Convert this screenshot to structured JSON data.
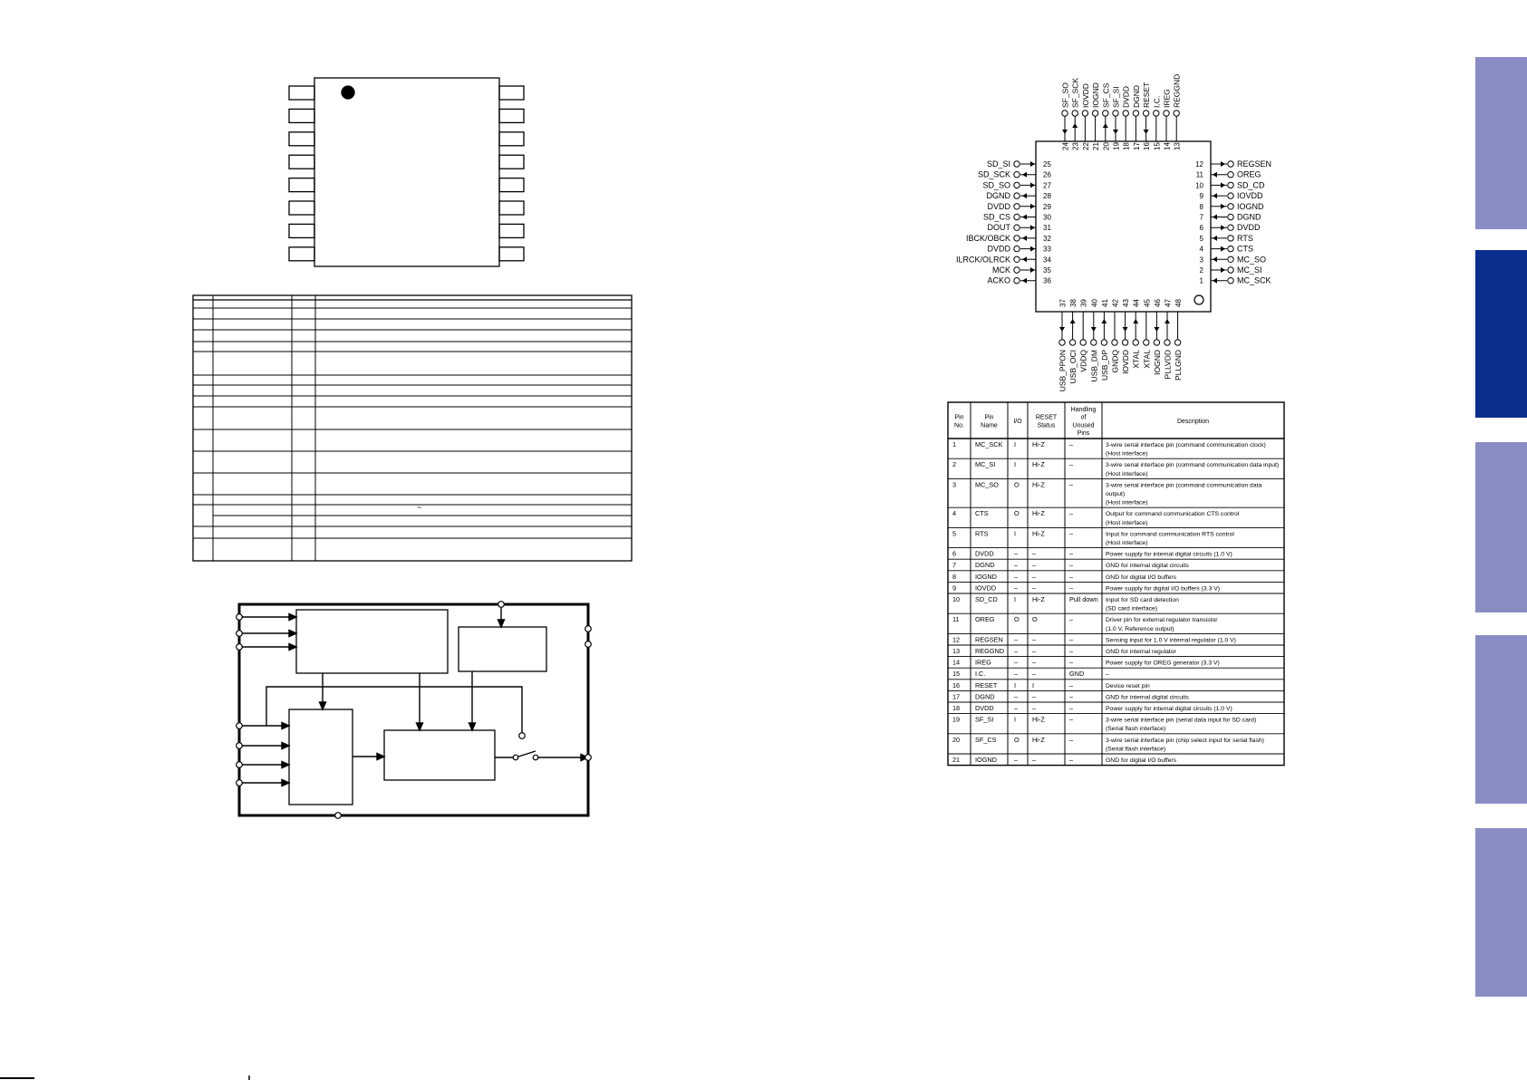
{
  "right_ic": {
    "top_pins": [
      {
        "num": "24",
        "name": "SF_SO",
        "dir": "in"
      },
      {
        "num": "23",
        "name": "SF_SCK",
        "dir": "out"
      },
      {
        "num": "22",
        "name": "IOVDD",
        "dir": "none"
      },
      {
        "num": "21",
        "name": "IOGND",
        "dir": "none"
      },
      {
        "num": "20",
        "name": "SF_CS",
        "dir": "out"
      },
      {
        "num": "19",
        "name": "SF_SI",
        "dir": "in"
      },
      {
        "num": "18",
        "name": "DVDD",
        "dir": "none"
      },
      {
        "num": "17",
        "name": "DGND",
        "dir": "none"
      },
      {
        "num": "16",
        "name": "RESET",
        "dir": "in"
      },
      {
        "num": "15",
        "name": "I.C.",
        "dir": "none"
      },
      {
        "num": "14",
        "name": "IREG",
        "dir": "none"
      },
      {
        "num": "13",
        "name": "REGGND",
        "dir": "none"
      }
    ],
    "right_pins": [
      {
        "num": "12",
        "name": "REGSEN"
      },
      {
        "num": "11",
        "name": "OREG"
      },
      {
        "num": "10",
        "name": "SD_CD"
      },
      {
        "num": "9",
        "name": "IOVDD"
      },
      {
        "num": "8",
        "name": "IOGND"
      },
      {
        "num": "7",
        "name": "DGND"
      },
      {
        "num": "6",
        "name": "DVDD"
      },
      {
        "num": "5",
        "name": "RTS"
      },
      {
        "num": "4",
        "name": "CTS"
      },
      {
        "num": "3",
        "name": "MC_SO"
      },
      {
        "num": "2",
        "name": "MC_SI"
      },
      {
        "num": "1",
        "name": "MC_SCK"
      }
    ],
    "left_pins": [
      {
        "num": "25",
        "name": "SD_SI"
      },
      {
        "num": "26",
        "name": "SD_SCK"
      },
      {
        "num": "27",
        "name": "SD_SO"
      },
      {
        "num": "28",
        "name": "DGND"
      },
      {
        "num": "29",
        "name": "DVDD"
      },
      {
        "num": "30",
        "name": "SD_CS"
      },
      {
        "num": "31",
        "name": "DOUT"
      },
      {
        "num": "32",
        "name": "IBCK/OBCK"
      },
      {
        "num": "33",
        "name": "DVDD"
      },
      {
        "num": "34",
        "name": "ILRCK/OLRCK"
      },
      {
        "num": "35",
        "name": "MCK"
      },
      {
        "num": "36",
        "name": "ACKO"
      }
    ],
    "bottom_pins": [
      {
        "num": "37",
        "name": "USB_PPON"
      },
      {
        "num": "38",
        "name": "USB_OCI"
      },
      {
        "num": "39",
        "name": "VDDQ"
      },
      {
        "num": "40",
        "name": "USB_DM"
      },
      {
        "num": "41",
        "name": "USB_DP"
      },
      {
        "num": "42",
        "name": "GNDQ"
      },
      {
        "num": "43",
        "name": "IOVDD"
      },
      {
        "num": "44",
        "name": "XTAL"
      },
      {
        "num": "45",
        "name": "XTAL"
      },
      {
        "num": "46",
        "name": "IOGND"
      },
      {
        "num": "47",
        "name": "PLLVDD"
      },
      {
        "num": "48",
        "name": "PLLGND"
      }
    ]
  },
  "pin_table": {
    "headers": [
      "Pin No.",
      "Pin Name",
      "I/O",
      "RESET Status",
      "Handling of Unused Pins",
      "Description"
    ],
    "rows": [
      {
        "no": "1",
        "name": "MC_SCK",
        "io": "I",
        "reset": "Hi-Z",
        "unused": "–",
        "desc": [
          "3-wire serial interface pin (command communication clock)",
          "(Host interface)"
        ]
      },
      {
        "no": "2",
        "name": "MC_SI",
        "io": "I",
        "reset": "Hi-Z",
        "unused": "–",
        "desc": [
          "3-wire serial interface pin (command communication data input)",
          "(Host interface)"
        ]
      },
      {
        "no": "3",
        "name": "MC_SO",
        "io": "O",
        "reset": "Hi-Z",
        "unused": "–",
        "desc": [
          "3-wire serial interface pin (command communication data",
          "output)",
          "(Host interface)"
        ]
      },
      {
        "no": "4",
        "name": "CTS",
        "io": "O",
        "reset": "Hi-Z",
        "unused": "–",
        "desc": [
          "Output for command communication CTS control",
          "(Host interface)"
        ]
      },
      {
        "no": "5",
        "name": "RTS",
        "io": "I",
        "reset": "Hi-Z",
        "unused": "–",
        "desc": [
          "Input for command communication RTS control",
          "(Host interface)"
        ]
      },
      {
        "no": "6",
        "name": "DVDD",
        "io": "–",
        "reset": "–",
        "unused": "–",
        "desc": [
          "Power supply for internal digital circuits (1.0 V)"
        ]
      },
      {
        "no": "7",
        "name": "DGND",
        "io": "–",
        "reset": "–",
        "unused": "–",
        "desc": [
          "GND for internal digital circuits"
        ]
      },
      {
        "no": "8",
        "name": "IOGND",
        "io": "–",
        "reset": "–",
        "unused": "–",
        "desc": [
          "GND for digital I/O buffers"
        ]
      },
      {
        "no": "9",
        "name": "IOVDD",
        "io": "–",
        "reset": "–",
        "unused": "–",
        "desc": [
          "Power supply for digital I/O buffers (3.3 V)"
        ]
      },
      {
        "no": "10",
        "name": "SD_CD",
        "io": "I",
        "reset": "Hi-Z",
        "unused": "Pull down",
        "desc": [
          "Input for SD card detection",
          "(SD card interface)"
        ]
      },
      {
        "no": "11",
        "name": "OREG",
        "io": "O",
        "reset": "O",
        "unused": "–",
        "desc": [
          "Driver pin for external regulator transistor",
          "(1.0 V, Reference output)"
        ]
      },
      {
        "no": "12",
        "name": "REGSEN",
        "io": "–",
        "reset": "–",
        "unused": "–",
        "desc": [
          "Sensing input for 1.0 V internal regulator (1.0 V)"
        ]
      },
      {
        "no": "13",
        "name": "REGGND",
        "io": "–",
        "reset": "–",
        "unused": "–",
        "desc": [
          "GND for internal regulator"
        ]
      },
      {
        "no": "14",
        "name": "IREG",
        "io": "–",
        "reset": "–",
        "unused": "–",
        "desc": [
          "Power supply for OREG generator (3.3 V)"
        ]
      },
      {
        "no": "15",
        "name": "I.C.",
        "io": "–",
        "reset": "–",
        "unused": "GND",
        "desc": [
          "–"
        ]
      },
      {
        "no": "16",
        "name": "RESET",
        "io": "I",
        "reset": "I",
        "unused": "–",
        "desc": [
          "Device reset pin"
        ]
      },
      {
        "no": "17",
        "name": "DGND",
        "io": "–",
        "reset": "–",
        "unused": "–",
        "desc": [
          "GND for internal digital circuits"
        ]
      },
      {
        "no": "18",
        "name": "DVDD",
        "io": "–",
        "reset": "–",
        "unused": "–",
        "desc": [
          "Power supply for internal digital circuits (1.0 V)"
        ]
      },
      {
        "no": "19",
        "name": "SF_SI",
        "io": "I",
        "reset": "Hi-Z",
        "unused": "–",
        "desc": [
          "3-wire serial interface pin (serial data input for SD card)",
          "(Serial flash interface)"
        ]
      },
      {
        "no": "20",
        "name": "SF_CS",
        "io": "O",
        "reset": "Hi-Z",
        "unused": "–",
        "desc": [
          "3-wire serial interface pin (chip select input for serial flash)",
          "(Serial flash interface)"
        ]
      },
      {
        "no": "21",
        "name": "IOGND",
        "io": "–",
        "reset": "–",
        "unused": "–",
        "desc": [
          "GND for digital I/O buffers"
        ]
      }
    ]
  },
  "left_table": {
    "tilde_mark": "~"
  }
}
